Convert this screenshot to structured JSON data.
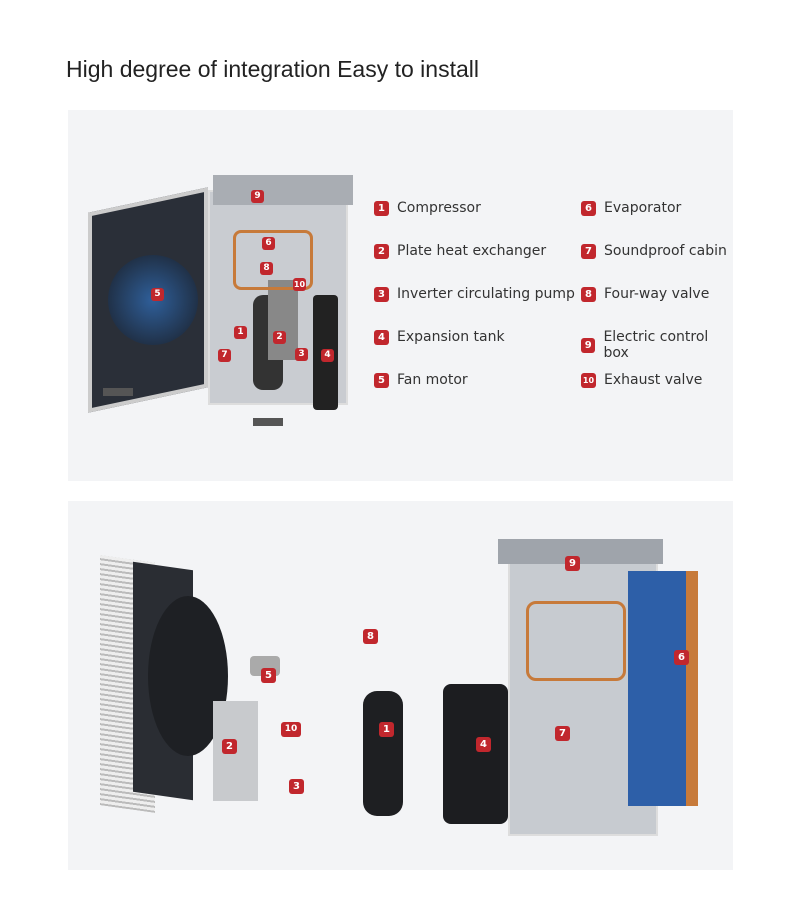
{
  "title": "High degree of integration Easy to install",
  "legend": [
    {
      "num": "1",
      "label": "Compressor"
    },
    {
      "num": "2",
      "label": "Plate heat exchanger"
    },
    {
      "num": "3",
      "label": "Inverter circulating pump"
    },
    {
      "num": "4",
      "label": "Expansion tank"
    },
    {
      "num": "5",
      "label": "Fan motor"
    },
    {
      "num": "6",
      "label": "Evaporator"
    },
    {
      "num": "7",
      "label": "Soundproof cabin"
    },
    {
      "num": "8",
      "label": "Four-way valve"
    },
    {
      "num": "9",
      "label": "Electric control box"
    },
    {
      "num": "10",
      "label": "Exhaust valve"
    }
  ],
  "colors": {
    "badge": "#c1272d",
    "panel": "#f3f4f6"
  }
}
